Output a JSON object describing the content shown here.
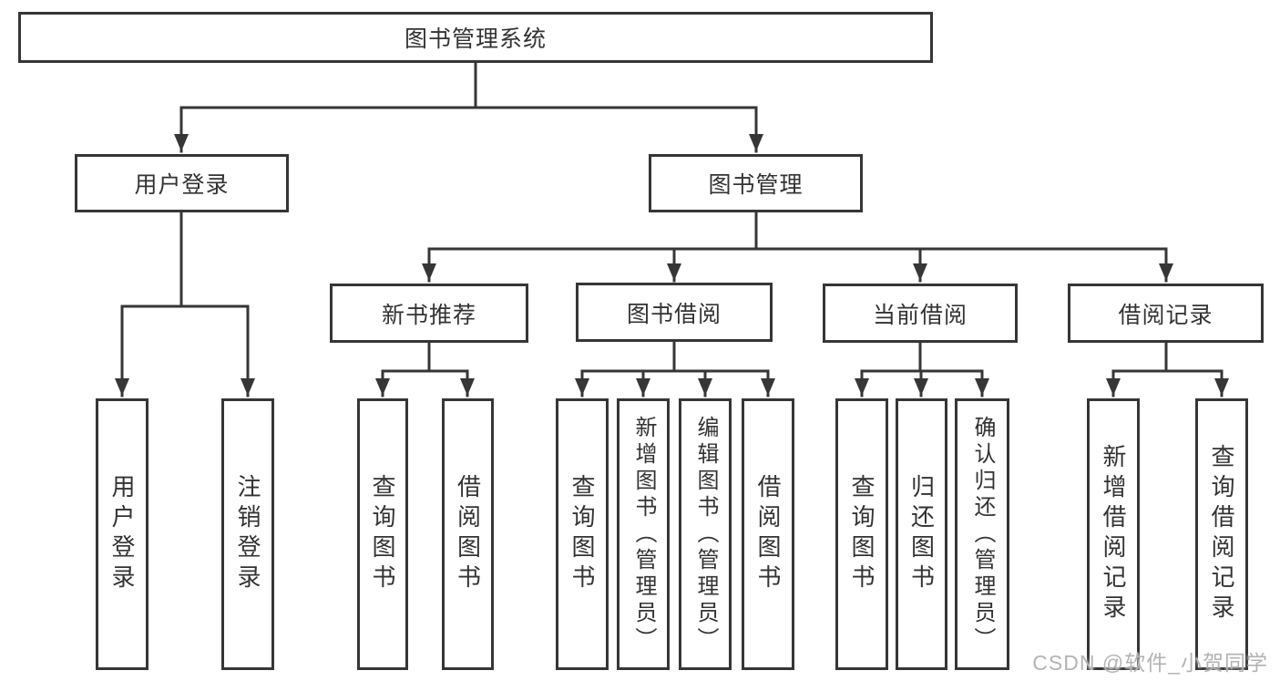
{
  "colors": {
    "line": "#363636",
    "text": "#333333",
    "canvas": "#ffffff",
    "watermark": "#b3b3b3"
  },
  "nodes": {
    "root": "图书管理系统",
    "level2": [
      "用户登录",
      "图书管理"
    ],
    "level3": [
      "新书推荐",
      "图书借阅",
      "当前借阅",
      "借阅记录"
    ],
    "leaves": [
      "用户登录",
      "注销登录",
      "查询图书",
      "借阅图书",
      "查询图书",
      "新增图书（管理员）",
      "编辑图书（管理员）",
      "借阅图书",
      "查询图书",
      "归还图书",
      "确认归还（管理员）",
      "新增借阅记录",
      "查询借阅记录"
    ]
  },
  "hierarchy": {
    "图书管理系统": {
      "用户登录": [
        "用户登录",
        "注销登录"
      ],
      "图书管理": {
        "新书推荐": [
          "查询图书",
          "借阅图书"
        ],
        "图书借阅": [
          "查询图书",
          "新增图书（管理员）",
          "编辑图书（管理员）",
          "借阅图书"
        ],
        "当前借阅": [
          "查询图书",
          "归还图书",
          "确认归还（管理员）"
        ],
        "借阅记录": [
          "新增借阅记录",
          "查询借阅记录"
        ]
      }
    }
  },
  "watermark": "CSDN @软件_小贺同学"
}
